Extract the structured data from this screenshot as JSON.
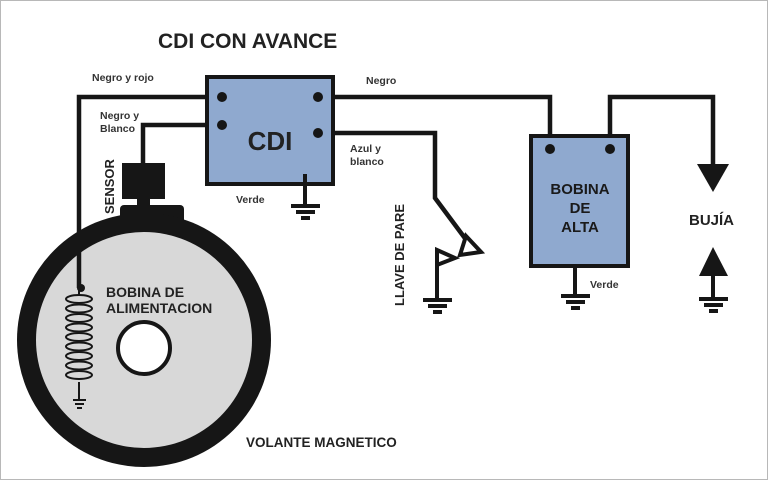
{
  "title": "CDI  CON AVANCE",
  "colors": {
    "box_fill": "#8fa9cf",
    "line": "#161616",
    "flywheel_inner": "#d8d8d8",
    "flywheel_ring": "#161616"
  },
  "components": {
    "cdi": {
      "label": "CDI"
    },
    "bobina_alta": {
      "line1": "BOBINA",
      "line2": "DE",
      "line3": "ALTA"
    },
    "bujia": {
      "label": "BUJÍA"
    },
    "llave_pare": {
      "label": "LLAVE DE PARE"
    },
    "sensor": {
      "label": "SENSOR"
    },
    "bobina_alimentacion": {
      "line1": "BOBINA DE",
      "line2": "ALIMENTACION"
    },
    "volante": {
      "label": "VOLANTE MAGNETICO"
    }
  },
  "wires": {
    "negro_y_rojo": "Negro y rojo",
    "negro_y_blanco_1": "Negro y",
    "negro_y_blanco_2": "Blanco",
    "negro": "Negro",
    "azul_y_blanco_1": "Azul y",
    "azul_y_blanco_2": "blanco",
    "verde_cdi": "Verde",
    "verde_bobina": "Verde"
  },
  "icons": [
    "ground-icon",
    "spark-electrode-icon",
    "switch-contact-icon",
    "coil-icon",
    "connection-dot-icon"
  ]
}
